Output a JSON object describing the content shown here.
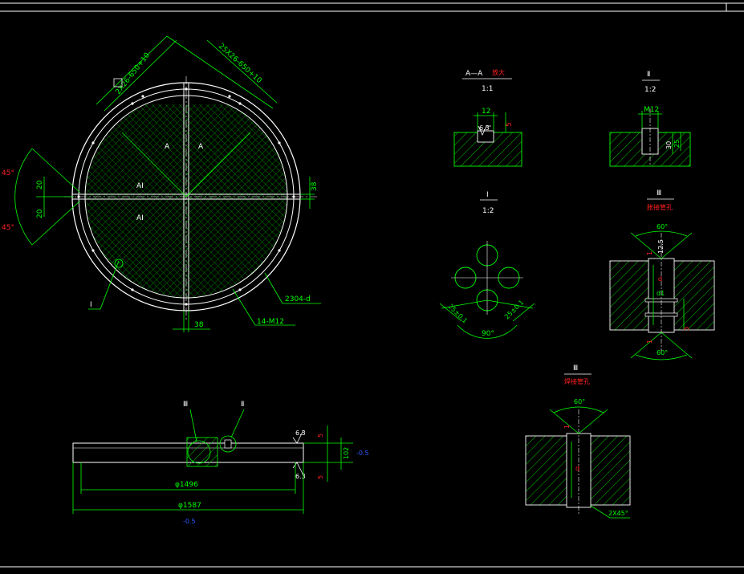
{
  "colors": {
    "background": "#000000",
    "frame": "#ffffff",
    "geometry": "#ffffff",
    "dimension": "#00ff00",
    "hatch": "#00cc00",
    "dim_text_green": "#00ff00",
    "dim_text_red": "#ff2020",
    "dim_text_blue": "#2a5bff",
    "label_white": "#ffffff"
  },
  "plan_view": {
    "dim_slot_left": "2X26-650+10",
    "dim_slot_right": "25X26-650+10",
    "label_a1": "A",
    "label_a2": "A",
    "label_ai1": "AI",
    "label_ai2": "AI",
    "angle_top": "45°",
    "angle_bottom": "45°",
    "dim_20_top": "20",
    "dim_20_bottom": "20",
    "dim_38_right": "38",
    "dim_38_bottom": "38",
    "leader_i": "I",
    "leader_diameter": "2304-d",
    "leader_bolts": "14-M12"
  },
  "section_aa": {
    "title": "A—A",
    "title_note": "放大",
    "scale": "1:1",
    "dim_width": "12",
    "dim_depth": "5",
    "roughness": "6.3"
  },
  "detail_ii": {
    "roman": "Ⅱ",
    "scale": "1:2",
    "thread": "M12",
    "dim_depth1": "30",
    "dim_depth2": "25"
  },
  "detail_i": {
    "roman": "I",
    "scale": "1:2",
    "dim_left": "25±0.1",
    "dim_right": "25±0.1",
    "angle": "90°"
  },
  "detail_iii_top": {
    "roman": "Ⅲ",
    "caption": "胀接管孔",
    "angle_top": "60°",
    "angle_bottom": "60°",
    "roughness": "12.5",
    "dim_1_top": "1",
    "dim_1_bottom": "1",
    "dim_d": "d",
    "dim_d1": "d1",
    "dim_b": "3"
  },
  "detail_iii_bottom": {
    "roman": "Ⅲ",
    "caption": "焊接管孔",
    "angle": "60°",
    "dim_1": "1",
    "dim_d": "d",
    "chamfer": "2X45°"
  },
  "side_view": {
    "callout_iii": "Ⅲ",
    "callout_ii": "Ⅱ",
    "roughness_top": "6.3",
    "roughness_bottom": "6.3",
    "dim_5_top": "5",
    "dim_5_bottom": "5",
    "dim_thickness": "102",
    "dim_thickness_tol": "-0.5",
    "dim_inner": "φ1496",
    "dim_outer": "φ1587",
    "dim_outer_tol": "-0.5"
  }
}
